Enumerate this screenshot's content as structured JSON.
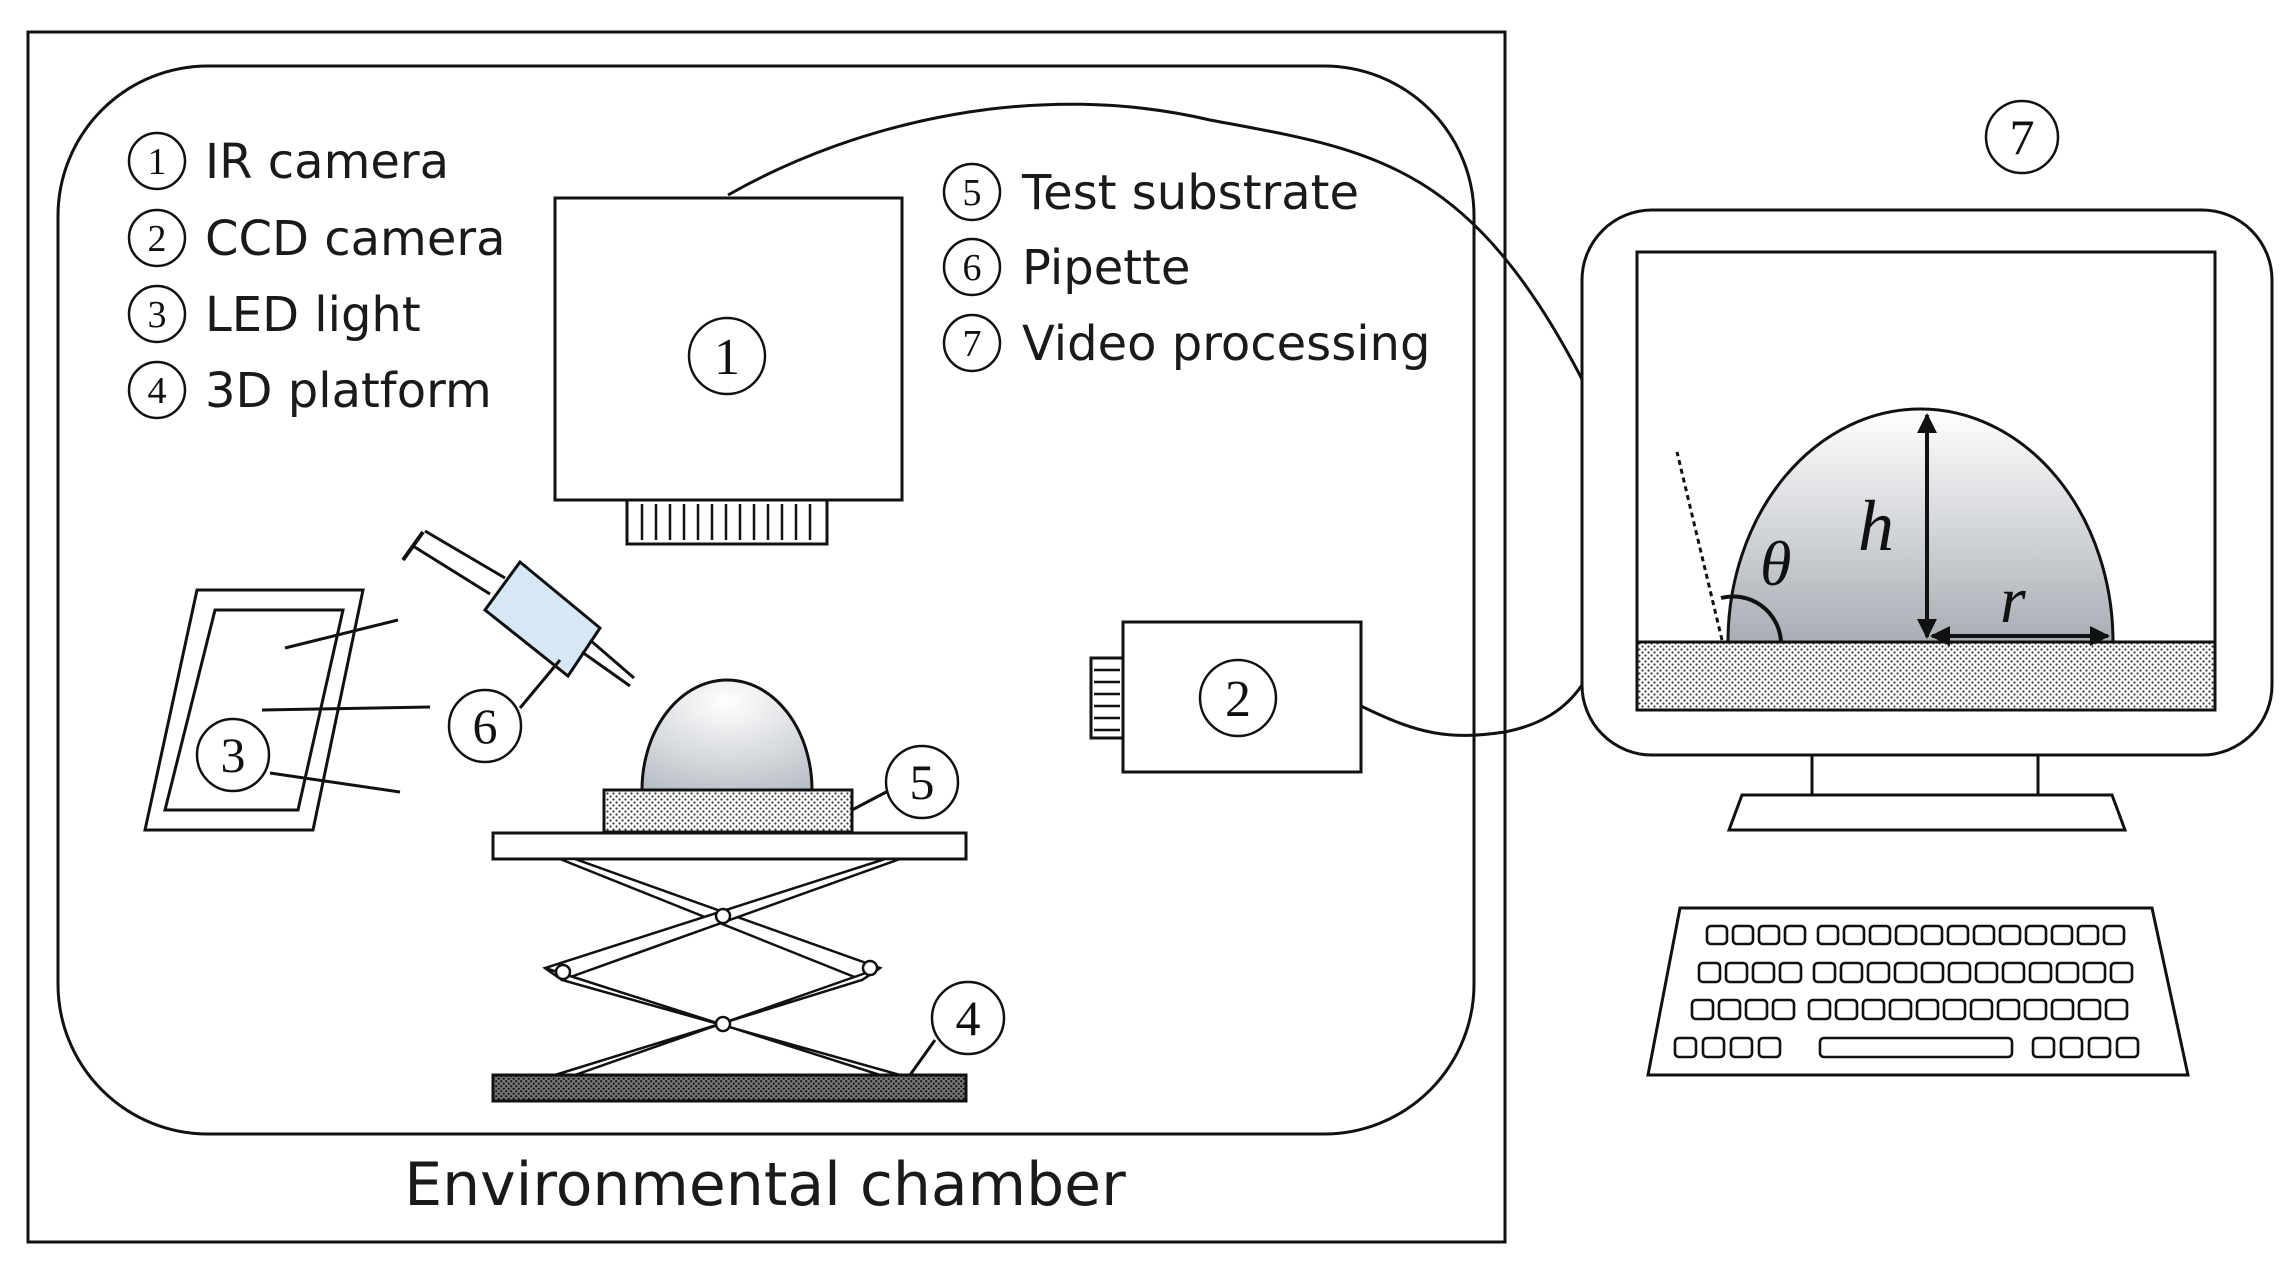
{
  "legend_left": [
    {
      "num": "1",
      "label": "IR camera"
    },
    {
      "num": "2",
      "label": "CCD camera"
    },
    {
      "num": "3",
      "label": "LED light"
    },
    {
      "num": "4",
      "label": "3D platform"
    }
  ],
  "legend_right": [
    {
      "num": "5",
      "label": "Test substrate"
    },
    {
      "num": "6",
      "label": "Pipette"
    },
    {
      "num": "7",
      "label": "Video processing"
    }
  ],
  "markers": {
    "ir_camera": "1",
    "ccd_camera": "2",
    "led_light": "3",
    "platform": "4",
    "substrate": "5",
    "pipette": "6",
    "video_processing": "7"
  },
  "chamber_label": "Environmental chamber",
  "symbols": {
    "angle": "θ",
    "height": "h",
    "radius": "r"
  },
  "colors": {
    "droplet": "#d3d7dc",
    "syringe_liquid": "#d6e8f5",
    "line": "#111111"
  }
}
